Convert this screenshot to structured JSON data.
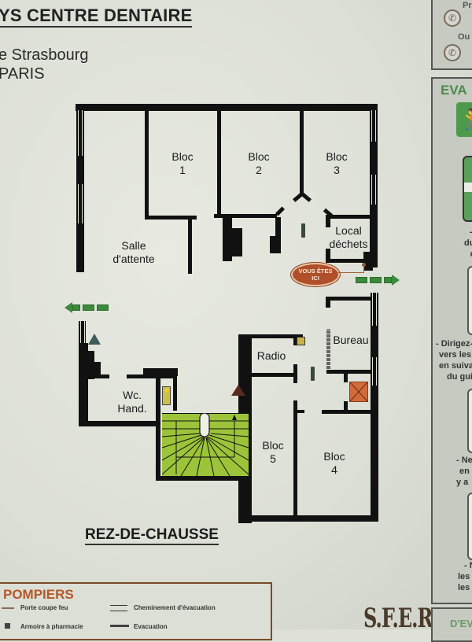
{
  "header": {
    "title": "YS CENTRE DENTAIRE",
    "address": "e Strasbourg",
    "city": "PARIS"
  },
  "floor_plan": {
    "level_label": "REZ-DE-CHAUSSE",
    "rooms": [
      {
        "id": "bloc1",
        "label_line1": "Bloc",
        "label_line2": "1"
      },
      {
        "id": "bloc2",
        "label_line1": "Bloc",
        "label_line2": "2"
      },
      {
        "id": "bloc3",
        "label_line1": "Bloc",
        "label_line2": "3"
      },
      {
        "id": "salle",
        "label_line1": "Salle",
        "label_line2": "d'attente"
      },
      {
        "id": "local",
        "label_line1": "Local",
        "label_line2": "déchets"
      },
      {
        "id": "bureau",
        "label_line1": "Bureau",
        "label_line2": ""
      },
      {
        "id": "radio",
        "label_line1": "Radio",
        "label_line2": ""
      },
      {
        "id": "wc",
        "label_line1": "Wc.",
        "label_line2": "Hand."
      },
      {
        "id": "bloc5",
        "label_line1": "Bloc",
        "label_line2": "5"
      },
      {
        "id": "bloc4",
        "label_line1": "Bloc",
        "label_line2": "4"
      }
    ],
    "you_are_here": {
      "line1": "VOUS ÊTES",
      "line2": "ICI"
    },
    "colors": {
      "walls": "#111111",
      "stairs": "#9cc43a",
      "evacuation_arrow": "#3c8a3c",
      "you_are_here": "#b0502a"
    }
  },
  "legend": {
    "title": "POMPIERS",
    "items": [
      {
        "label": "Porte coupe feu"
      },
      {
        "label": "Cheminement d'évacuation"
      },
      {
        "label": "Armoire à pharmacie"
      },
      {
        "label": "Evacuation"
      }
    ],
    "logo": "S.F.E.R."
  },
  "right_panel": {
    "top_box": {
      "line1": "Pr",
      "line2": "Ou a"
    },
    "evac_title": "EVA",
    "texts": [
      {
        "lines": [
          "- D",
          "du s",
          "ou"
        ]
      },
      {
        "lines": [
          "- Dirigez-",
          "vers les s",
          "en suiva",
          "du gui"
        ]
      },
      {
        "lines": [
          "- Ne",
          "en",
          "y a"
        ]
      },
      {
        "lines": [
          "- N",
          "les a",
          "les r"
        ]
      }
    ],
    "bottom_box": {
      "line1": "D'EV"
    }
  }
}
